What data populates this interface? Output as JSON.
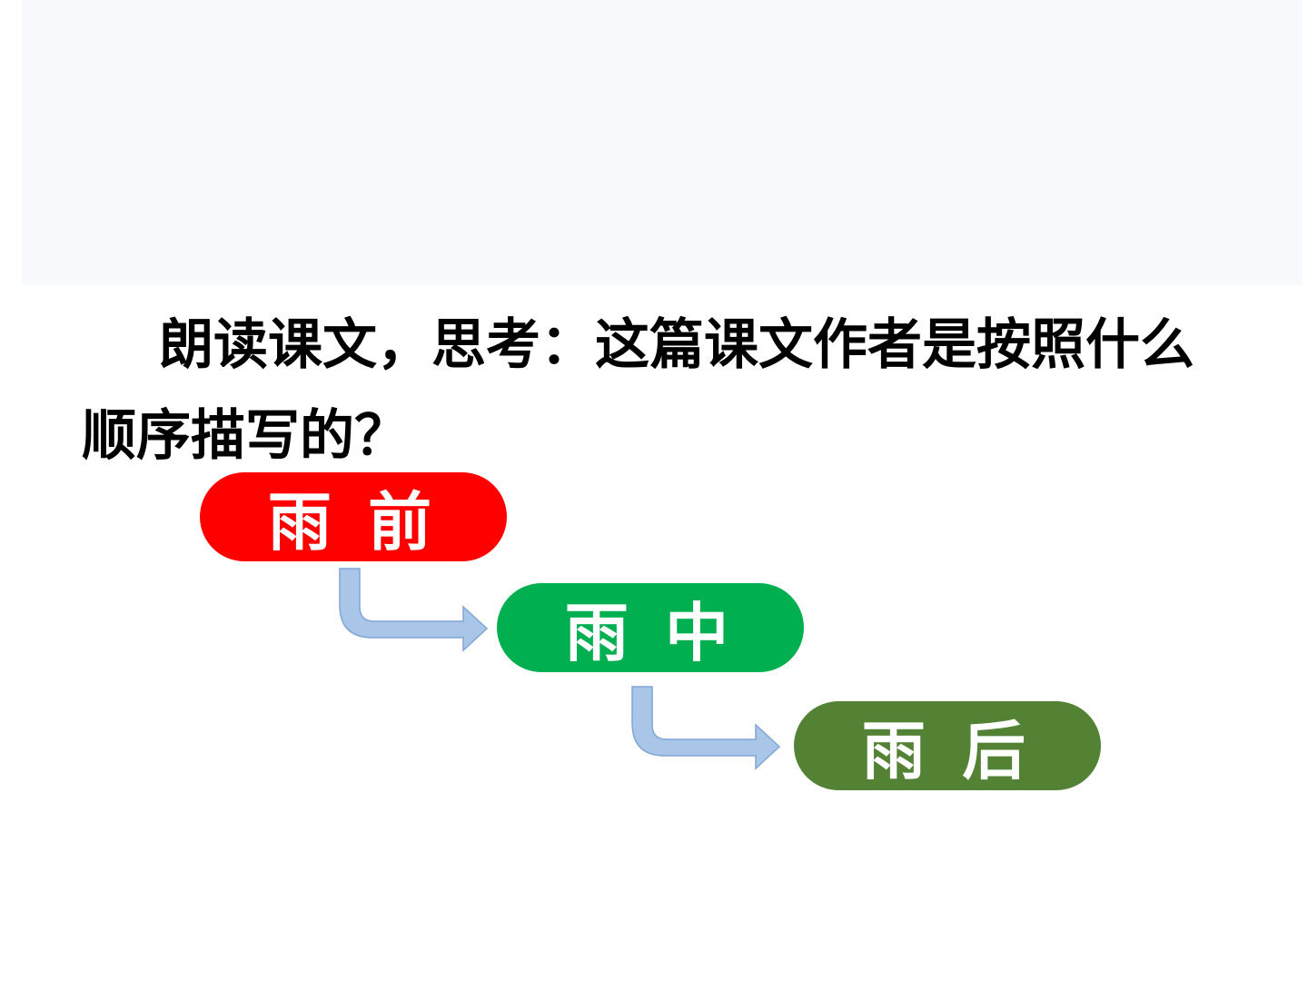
{
  "question": {
    "text": "朗读课文，思考：这篇课文作者是按照什么顺序描写的？"
  },
  "flow": {
    "steps": [
      {
        "label": "雨 前",
        "color": "#ff0000"
      },
      {
        "label": "雨 中",
        "color": "#00b050"
      },
      {
        "label": "雨 后",
        "color": "#548235"
      }
    ],
    "arrow_fill": "#a9c6e8",
    "arrow_stroke": "#7fa6d6"
  }
}
